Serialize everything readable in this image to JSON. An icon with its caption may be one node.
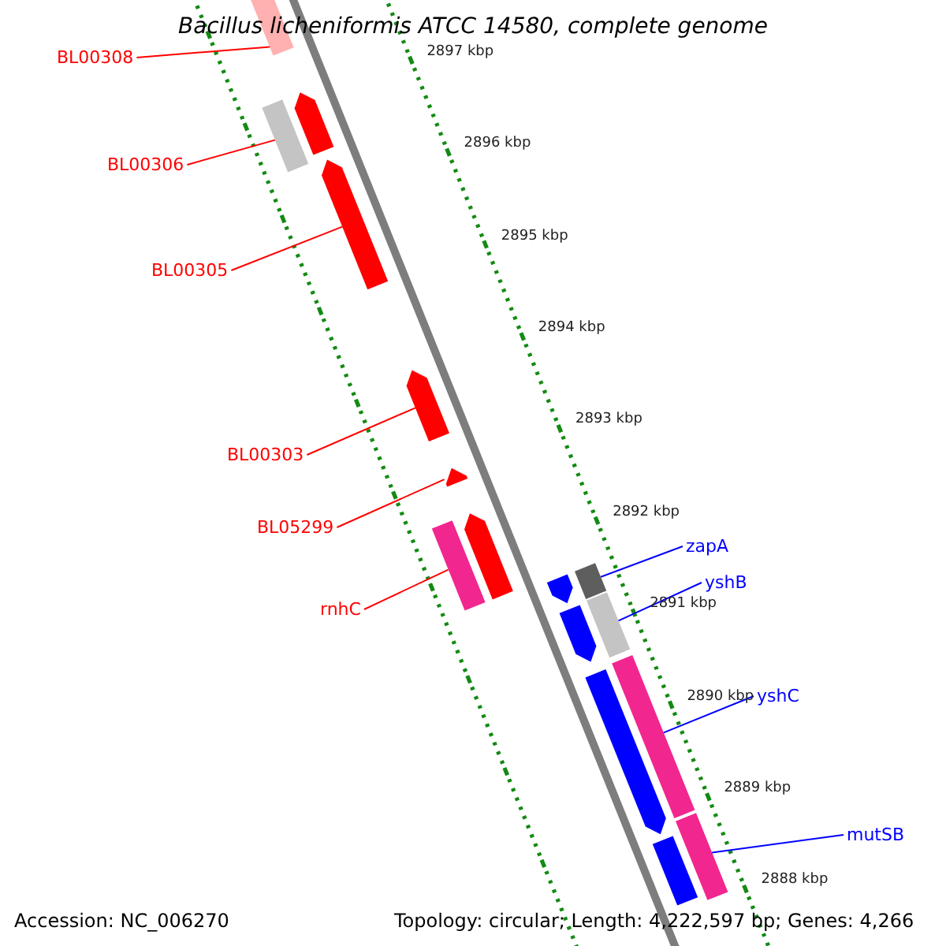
{
  "diagram": {
    "title": "Bacillus licheniformis ATCC 14580, complete genome",
    "nodes": [
      {
        "text": [
          "BL00308"
        ]
      },
      {
        "text": [],
        "shape": "bar"
      },
      {
        "text": [],
        "shape": "arrow"
      },
      {
        "text": [],
        "shape": "bar"
      },
      {
        "text": [
          "BL00306"
        ]
      },
      {
        "text": [],
        "shape": "arrow"
      },
      {
        "text": [
          "BL00305"
        ]
      },
      {
        "text": [],
        "shape": "arrow"
      },
      {
        "text": [
          "BL00303"
        ]
      },
      {
        "text": [],
        "shape": "arrow"
      },
      {
        "text": [
          "BL05299"
        ]
      },
      {
        "text": [],
        "shape": "arrow"
      },
      {
        "text": [],
        "shape": "bar"
      },
      {
        "text": [
          "rnhC"
        ]
      },
      {
        "text": [
          "zapA"
        ]
      },
      {
        "text": [],
        "shape": "arrow"
      },
      {
        "text": [],
        "shape": "bar"
      },
      {
        "text": [
          "yshB"
        ]
      },
      {
        "text": [],
        "shape": "arrow"
      },
      {
        "text": [],
        "shape": "bar"
      },
      {
        "text": [],
        "shape": "arrow"
      },
      {
        "text": [],
        "shape": "bar"
      },
      {
        "text": [
          "yshC"
        ]
      },
      {
        "text": [],
        "shape": "bar"
      },
      {
        "text": [],
        "shape": "bar"
      },
      {
        "text": [
          "mutSB"
        ]
      }
    ],
    "edges": [
      {
        "from": 0,
        "to": 1,
        "arrow": "none"
      },
      {
        "from": 4,
        "to": 3,
        "arrow": "none"
      },
      {
        "from": 6,
        "to": 5,
        "arrow": "none"
      },
      {
        "from": 8,
        "to": 7,
        "arrow": "none"
      },
      {
        "from": 10,
        "to": 9,
        "arrow": "none"
      },
      {
        "from": 13,
        "to": 12,
        "arrow": "none"
      },
      {
        "from": 14,
        "to": 16,
        "arrow": "none",
        "color": "#0000ff"
      },
      {
        "from": 17,
        "to": 19,
        "arrow": "none",
        "color": "#0000ff"
      },
      {
        "from": 22,
        "to": 21,
        "arrow": "none",
        "color": "#0000ff"
      },
      {
        "from": 25,
        "to": 24,
        "arrow": "none",
        "color": "#0000ff"
      }
    ],
    "labels": [
      "2897 kbp",
      "2896 kbp",
      "2895 kbp",
      "2894 kbp",
      "2893 kbp",
      "2892 kbp",
      "2891 kbp",
      "2890 kbp",
      "2889 kbp",
      "2888 kbp",
      "Accession: NC_006270",
      "Topology: circular; Length: 4,222,597 bp; Genes: 4,266"
    ]
  }
}
